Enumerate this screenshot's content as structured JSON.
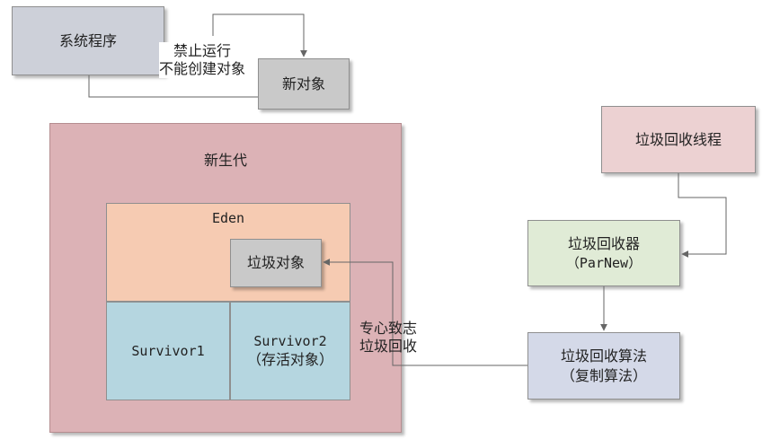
{
  "nodes": {
    "system_program": "系统程序",
    "new_object": "新对象",
    "young_gen": "新生代",
    "eden": "Eden",
    "garbage_object": "垃圾对象",
    "survivor1": "Survivor1",
    "survivor2_line1": "Survivor2",
    "survivor2_line2": "（存活对象）",
    "gc_thread": "垃圾回收线程",
    "collector_line1": "垃圾回收器",
    "collector_line2": "（ParNew）",
    "algorithm_line1": "垃圾回收算法",
    "algorithm_line2": "（复制算法）"
  },
  "edge_labels": {
    "forbid_line1": "禁止运行",
    "forbid_line2": "不能创建对象",
    "focus_line1": "专心致志",
    "focus_line2": "垃圾回收"
  },
  "colors": {
    "system_program": "#cdd0d9",
    "new_object": "#c9c9c9",
    "young_gen": "#dcb2b6",
    "eden": "#f6cbb2",
    "garbage_object": "#c9c9c9",
    "survivor": "#b5d6e0",
    "gc_thread": "#ecd1d2",
    "collector": "#e0ebd6",
    "algorithm": "#d4d9e8",
    "wire": "#666666"
  }
}
